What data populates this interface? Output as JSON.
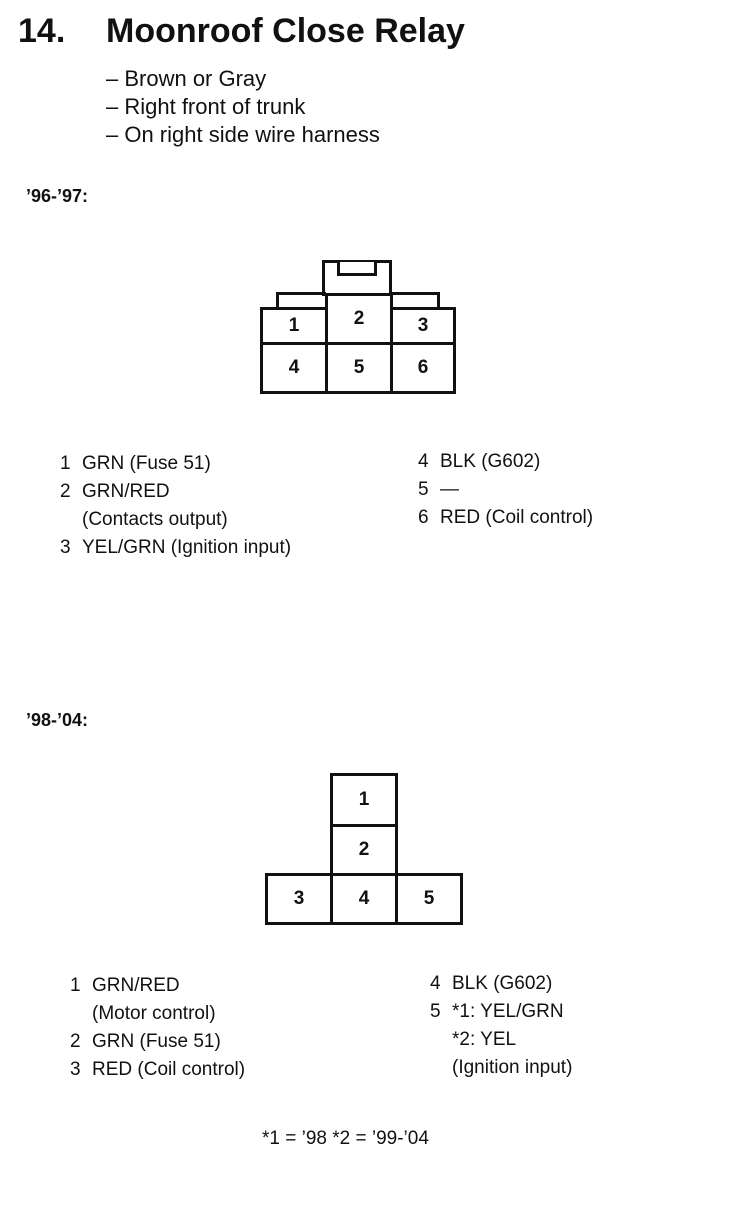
{
  "header": {
    "number": "14.",
    "title": "Moonroof Close Relay",
    "bullets": [
      "– Brown or Gray",
      "– Right front of trunk",
      "– On right side wire harness"
    ]
  },
  "section1": {
    "label": "’96-’97:",
    "pins": [
      "1",
      "2",
      "3",
      "4",
      "5",
      "6"
    ],
    "legend_left": [
      {
        "num": "1",
        "text": "GRN (Fuse 51)"
      },
      {
        "num": "2",
        "text": "GRN/RED",
        "cont": "(Contacts output)"
      },
      {
        "num": "3",
        "text": "YEL/GRN (Ignition input)"
      }
    ],
    "legend_right": [
      {
        "num": "4",
        "text": "BLK (G602)"
      },
      {
        "num": "5",
        "text": "—"
      },
      {
        "num": "6",
        "text": "RED (Coil control)"
      }
    ]
  },
  "section2": {
    "label": "’98-’04:",
    "pins": [
      "1",
      "2",
      "3",
      "4",
      "5"
    ],
    "legend_left": [
      {
        "num": "1",
        "text": "GRN/RED",
        "cont": "(Motor control)"
      },
      {
        "num": "2",
        "text": "GRN (Fuse 51)"
      },
      {
        "num": "3",
        "text": "RED (Coil control)"
      }
    ],
    "legend_right": [
      {
        "num": "4",
        "text": "BLK (G602)"
      },
      {
        "num": "5",
        "text": "*1: YEL/GRN",
        "cont": "*2: YEL",
        "cont2": "(Ignition input)"
      }
    ]
  },
  "footnote": "*1 = ’98    *2 = ’99-’04"
}
